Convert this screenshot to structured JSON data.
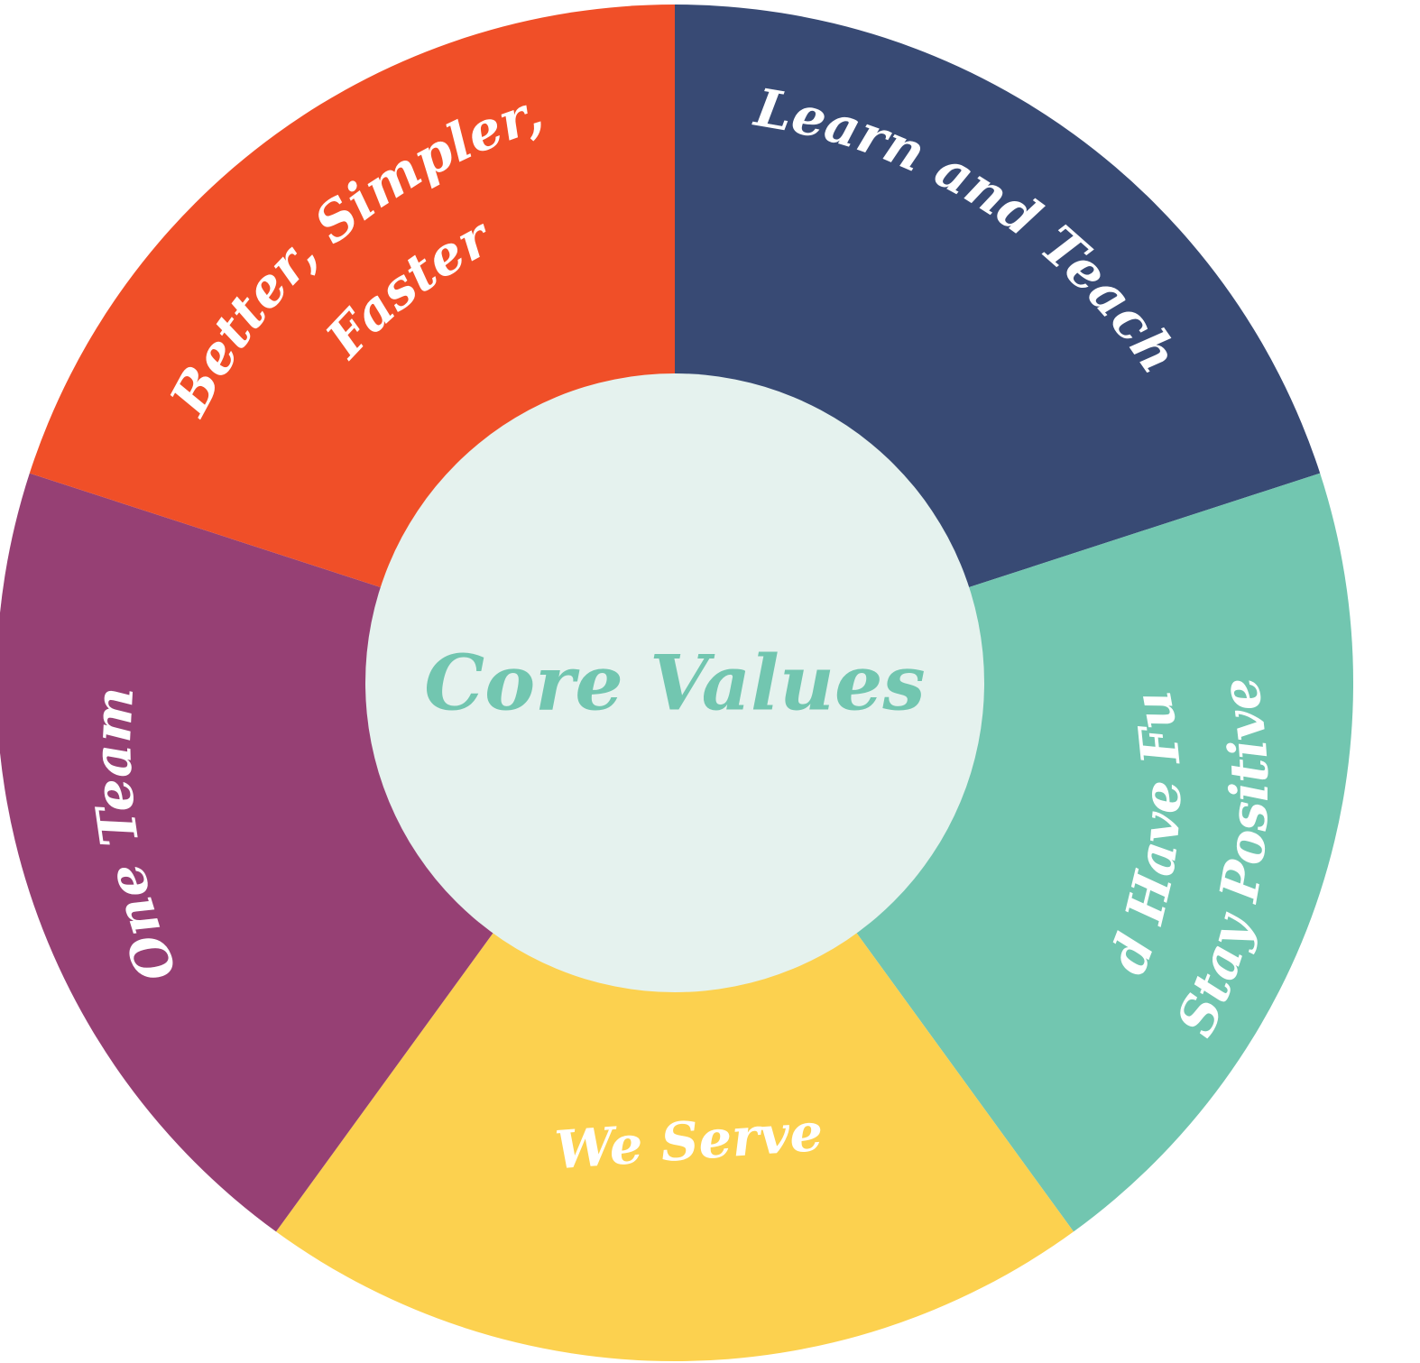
{
  "title": "Core Values",
  "colors": {
    "center_fill": "#e5f2ee",
    "center_text": "#72c6b0",
    "label_text": "#ffffff"
  },
  "segments": [
    {
      "id": "learn-and-teach",
      "label": "Learn and Teach",
      "color": "#384a74"
    },
    {
      "id": "stay-positive",
      "lines": [
        "Stay Positive",
        "and Have Fun"
      ],
      "color": "#72c6b0"
    },
    {
      "id": "we-serve",
      "label": "We Serve",
      "color": "#fcd14f"
    },
    {
      "id": "one-team",
      "label": "One Team",
      "color": "#964074"
    },
    {
      "id": "better-simpler-faster",
      "lines": [
        "Better, Simpler,",
        "Faster"
      ],
      "color": "#f04f28"
    }
  ]
}
